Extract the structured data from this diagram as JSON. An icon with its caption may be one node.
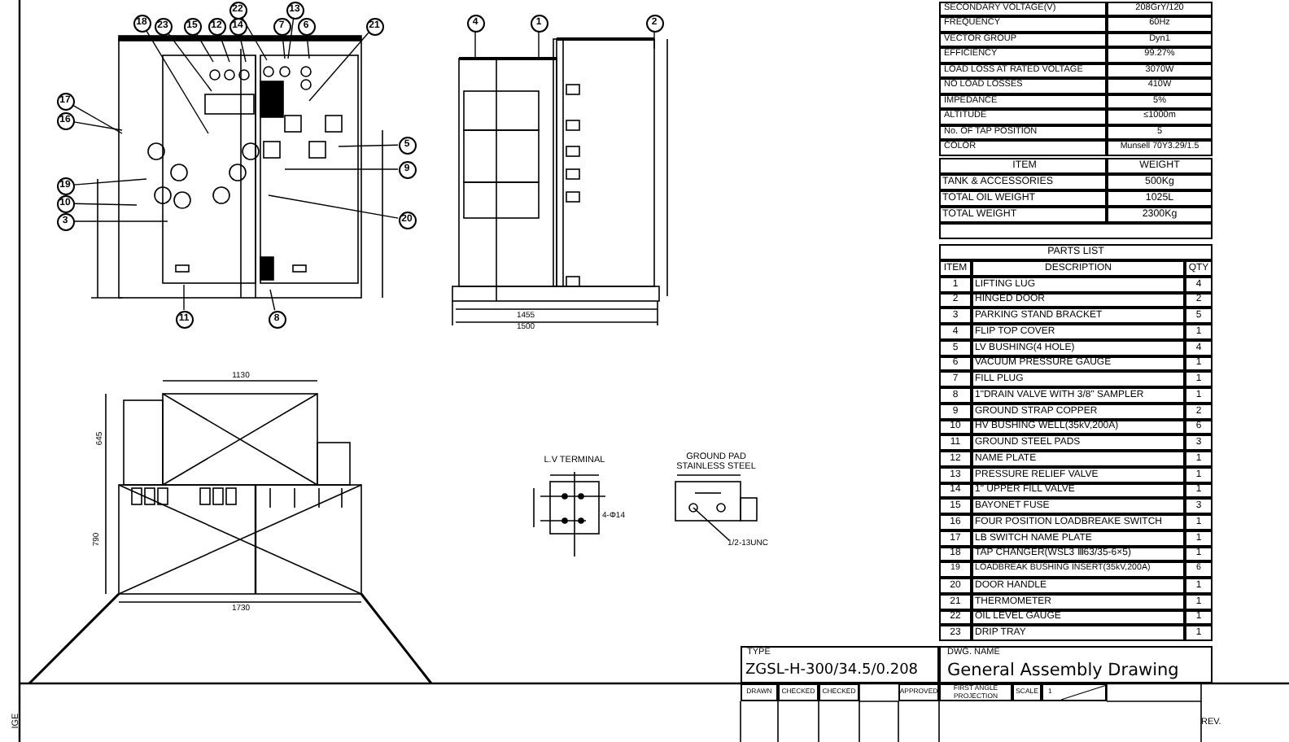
{
  "diagram": {
    "nodes": [
      {
        "text": [
          "18"
        ]
      },
      {
        "text": [
          "23"
        ]
      },
      {
        "text": [
          "15"
        ]
      },
      {
        "text": [
          "12"
        ]
      },
      {
        "text": [
          "14"
        ]
      },
      {
        "text": [
          "22"
        ]
      },
      {
        "text": [
          "13"
        ]
      },
      {
        "text": [
          "7"
        ]
      },
      {
        "text": [
          "6"
        ]
      },
      {
        "text": [
          "21"
        ]
      },
      {
        "text": [
          "17"
        ]
      },
      {
        "text": [
          "16"
        ]
      },
      {
        "text": [
          "19"
        ]
      },
      {
        "text": [
          "10"
        ]
      },
      {
        "text": [
          "3"
        ]
      },
      {
        "text": [
          "5"
        ]
      },
      {
        "text": [
          "9"
        ]
      },
      {
        "text": [
          "20"
        ]
      },
      {
        "text": [
          "11"
        ]
      },
      {
        "text": [
          "8"
        ]
      },
      {
        "text": [
          "4"
        ]
      },
      {
        "text": [
          "1"
        ]
      },
      {
        "text": [
          "2"
        ]
      }
    ],
    "edges": [
      {
        "from": 0,
        "to": null,
        "arrow": "none"
      },
      {
        "from": 1,
        "to": null,
        "arrow": "none"
      },
      {
        "from": 2,
        "to": null,
        "arrow": "none"
      },
      {
        "from": 3,
        "to": null,
        "arrow": "none"
      },
      {
        "from": 4,
        "to": null,
        "arrow": "none"
      },
      {
        "from": 5,
        "to": null,
        "arrow": "none"
      },
      {
        "from": 6,
        "to": null,
        "arrow": "none"
      },
      {
        "from": 7,
        "to": null,
        "arrow": "none"
      },
      {
        "from": 8,
        "to": null,
        "arrow": "none"
      },
      {
        "from": 9,
        "to": null,
        "arrow": "none"
      },
      {
        "from": 10,
        "to": null,
        "arrow": "none"
      },
      {
        "from": 11,
        "to": null,
        "arrow": "none"
      },
      {
        "from": 12,
        "to": null,
        "arrow": "none"
      },
      {
        "from": 13,
        "to": null,
        "arrow": "none"
      },
      {
        "from": 14,
        "to": null,
        "arrow": "none"
      },
      {
        "from": 15,
        "to": null,
        "arrow": "none"
      },
      {
        "from": 16,
        "to": null,
        "arrow": "none"
      },
      {
        "from": 17,
        "to": null,
        "arrow": "none"
      },
      {
        "from": 18,
        "to": null,
        "arrow": "none"
      },
      {
        "from": 19,
        "to": null,
        "arrow": "none"
      },
      {
        "from": 20,
        "to": null,
        "arrow": "none"
      },
      {
        "from": 21,
        "to": null,
        "arrow": "none"
      },
      {
        "from": 22,
        "to": null,
        "arrow": "none"
      }
    ],
    "labels": [
      "SECONDARY VOLTAGE(V)",
      "208GrY/120",
      "FREQUENCY",
      "60Hz",
      "VECTOR GROUP",
      "Dyn1",
      "EFFICIENCY",
      "99.27%",
      "LOAD LOSS AT RATED VOLTAGE",
      "3070W",
      "NO LOAD LOSSES",
      "410W",
      "IMPEDANCE",
      "5%",
      "ALTITUDE",
      "≤1000m",
      "No. OF TAP POSITION",
      "5",
      "COLOR",
      "Munsell 70Y3.29/1.5",
      "ITEM",
      "WEIGHT",
      "TANK & ACCESSORIES",
      "500Kg",
      "TOTAL OIL WEIGHT",
      "1025L",
      "TOTAL WEIGHT",
      "2300Kg",
      "PARTS LIST",
      "ITEM",
      "DESCRIPTION",
      "QTY",
      "1",
      "LIFTING LUG",
      "4",
      "2",
      "HINGED DOOR",
      "2",
      "3",
      "PARKING STAND BRACKET",
      "5",
      "4",
      "FLIP TOP COVER",
      "1",
      "5",
      "LV BUSHING(4 HOLE)",
      "4",
      "6",
      "VACUUM PRESSURE GAUGE",
      "1",
      "7",
      "FILL PLUG",
      "1",
      "8",
      "1\"DRAIN VALVE WITH 3/8\" SAMPLER",
      "1",
      "9",
      "GROUND STRAP COPPER",
      "2",
      "10",
      "HV BUSHING WELL(35kV,200A)",
      "6",
      "11",
      "GROUND STEEL PADS",
      "3",
      "12",
      "NAME PLATE",
      "1",
      "13",
      "PRESSURE RELIEF VALVE",
      "1",
      "14",
      "1\" UPPER FILL VALVE",
      "1",
      "15",
      "BAYONET FUSE",
      "3",
      "16",
      "FOUR POSITION LOADBREAKE SWITCH",
      "1",
      "17",
      "LB SWITCH NAME PLATE",
      "1",
      "18",
      "TAP CHANGER(WSL3 Ⅲ63/35-6×5)",
      "1",
      "19",
      "LOADBREAK BUSHING INSERT(35kV,200A)",
      "6",
      "20",
      "DOOR HANDLE",
      "1",
      "21",
      "THERMOMETER",
      "1",
      "22",
      "OIL LEVEL GAUGE",
      "1",
      "23",
      "DRIP TRAY",
      "1",
      "1455",
      "1500",
      "1130",
      "645",
      "790",
      "1730",
      "L.V TERMINAL",
      "4-Φ14",
      "GROUND PAD STAINLESS STEEL",
      "1/2-13UNC",
      "TYPE",
      "ZGSL-H-300/34.5/0.208",
      "DWG. NAME",
      "General Assembly Drawing",
      "DRAWN",
      "CHECKED",
      "CHECKED",
      "APPROVED",
      "FIRST ANGLE PROJECTION",
      "SCALE",
      "1",
      "REV.",
      "IGE"
    ]
  }
}
